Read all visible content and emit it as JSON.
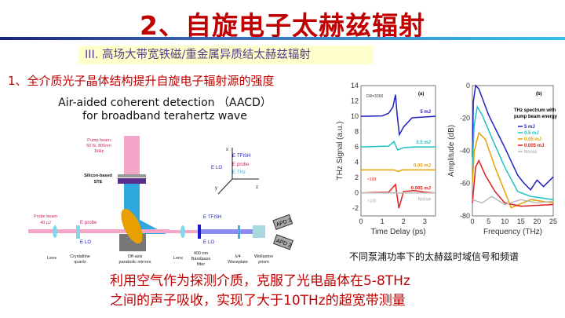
{
  "title": "2、自旋电子太赫兹辐射",
  "subtitle": "III. 高场大带宽铁磁/重金属异质结太赫兹辐射",
  "point": "1、全介质光子晶体结构提升自旋电子辐射源的强度",
  "aacd": {
    "line1": "Air-aided coherent detection （AACD）",
    "line2": "for broadband terahertz wave"
  },
  "diagram": {
    "pump_label": [
      "Pump beam",
      "50 fs, 800nm",
      "1kHz"
    ],
    "ste_label": [
      "Silicon-based",
      "STE"
    ],
    "probe_label": [
      "Probe beam",
      "40 μJ"
    ],
    "e_probe": "E",
    "e_labels": {
      "probe": "probe",
      "lo": "LO",
      "thz": "THz",
      "tfish": "TFISH"
    },
    "axes": {
      "x": "x",
      "y": "y",
      "z": "z"
    },
    "apd1": "APD 1",
    "apd2": "APD 2",
    "components": [
      "Lens",
      "Crystalline",
      "quartz",
      "Off-axis",
      "parabolic mirrors",
      "Lens",
      "400 nm",
      "Bandpass",
      "filter",
      "λ/4",
      "Waveplate",
      "Wollaston",
      "prism"
    ]
  },
  "caption": "不同泵浦功率下的太赫兹时域信号和频谱",
  "bottom": {
    "line1": "利用空气作为探测介质，克服了光电晶体在5-8THz",
    "line2": "之间的声子吸收，实现了大于10THz的超宽带测量"
  },
  "chart_data": [
    {
      "type": "line",
      "panel": "(a)",
      "xlabel": "Time Delay (ps)",
      "ylabel": "THz Signal (a.u.)",
      "xlim": [
        0,
        3.5
      ],
      "ylim": [
        -3,
        14
      ],
      "xticks": [
        "0",
        "1",
        "2",
        "3"
      ],
      "yticks": [
        "14",
        "12",
        "10",
        "8",
        "6",
        "4",
        "2",
        "0",
        "-2"
      ],
      "annotations": [
        "DR=3300",
        "×100",
        "×100"
      ],
      "series": [
        {
          "name": "5 mJ",
          "color": "#2020c0",
          "points": [
            [
              0,
              10
            ],
            [
              1,
              10.05
            ],
            [
              1.3,
              10.4
            ],
            [
              1.5,
              11.2
            ],
            [
              1.62,
              12.8
            ],
            [
              1.7,
              10.2
            ],
            [
              1.8,
              7.6
            ],
            [
              2.0,
              8.6
            ],
            [
              2.4,
              9.8
            ],
            [
              3.5,
              10
            ]
          ]
        },
        {
          "name": "0.5 mJ",
          "color": "#20c0c0",
          "points": [
            [
              0,
              6
            ],
            [
              1.3,
              6.1
            ],
            [
              1.55,
              6.7
            ],
            [
              1.72,
              5.6
            ],
            [
              2.0,
              5.9
            ],
            [
              2.5,
              6
            ],
            [
              3.5,
              6
            ]
          ]
        },
        {
          "name": "0.05 mJ",
          "color": "#e8a000",
          "points": [
            [
              0,
              3
            ],
            [
              1.55,
              3
            ],
            [
              1.75,
              2.8
            ],
            [
              1.95,
              3
            ],
            [
              3.5,
              3
            ]
          ]
        },
        {
          "name": "0.005 mJ",
          "color": "#e02020",
          "points": [
            [
              0,
              0
            ],
            [
              0.5,
              0.05
            ],
            [
              1.3,
              0.1
            ],
            [
              1.62,
              1.1
            ],
            [
              1.78,
              -2
            ],
            [
              2.0,
              0.2
            ],
            [
              2.5,
              0.3
            ],
            [
              3,
              0.1
            ],
            [
              3.5,
              0
            ]
          ]
        },
        {
          "name": "Noise",
          "color": "#bbbbbb",
          "points": [
            [
              0,
              0
            ],
            [
              3.5,
              0
            ]
          ]
        }
      ]
    },
    {
      "type": "line",
      "panel": "(b)",
      "xlabel": "Frequency (THz)",
      "ylabel": "Amplitude (dB)",
      "xlim": [
        0,
        25
      ],
      "ylim": [
        -80,
        0
      ],
      "xticks": [
        "0",
        "5",
        "10",
        "15",
        "20",
        "25"
      ],
      "yticks": [
        "0",
        "-20",
        "-40",
        "-60",
        "-80"
      ],
      "legend_title": [
        "THz spectrum with",
        "pump beam energy"
      ],
      "legend": "right",
      "series": [
        {
          "name": "5 mJ",
          "color": "#2020c0",
          "points": [
            [
              0,
              -44
            ],
            [
              0.3,
              -10
            ],
            [
              1,
              0
            ],
            [
              2,
              -2
            ],
            [
              5,
              -18
            ],
            [
              10,
              -38
            ],
            [
              14,
              -55
            ],
            [
              16,
              -60
            ],
            [
              18,
              -64
            ],
            [
              20,
              -58
            ],
            [
              22,
              -62
            ],
            [
              25,
              -56
            ]
          ]
        },
        {
          "name": "0.5 mJ",
          "color": "#20c0c0",
          "points": [
            [
              0,
              -50
            ],
            [
              0.5,
              -25
            ],
            [
              1.5,
              -13
            ],
            [
              3,
              -18
            ],
            [
              6,
              -32
            ],
            [
              10,
              -50
            ],
            [
              14,
              -65
            ],
            [
              18,
              -68
            ],
            [
              25,
              -70
            ]
          ]
        },
        {
          "name": "0.05 mJ",
          "color": "#e8a000",
          "points": [
            [
              0,
              -60
            ],
            [
              0.6,
              -40
            ],
            [
              2,
              -29
            ],
            [
              4,
              -33
            ],
            [
              7,
              -50
            ],
            [
              10,
              -65
            ],
            [
              12,
              -75
            ],
            [
              18,
              -70
            ],
            [
              25,
              -72
            ]
          ]
        },
        {
          "name": "0.005 mJ",
          "color": "#e02020",
          "points": [
            [
              0,
              -72
            ],
            [
              1,
              -50
            ],
            [
              2,
              -46
            ],
            [
              4,
              -55
            ],
            [
              7,
              -65
            ],
            [
              10,
              -72
            ],
            [
              15,
              -74
            ],
            [
              25,
              -73
            ]
          ]
        },
        {
          "name": "Noise",
          "color": "#bbbbbb",
          "points": [
            [
              0,
              -70
            ],
            [
              3,
              -72
            ],
            [
              6,
              -68
            ],
            [
              10,
              -73
            ],
            [
              15,
              -70
            ],
            [
              20,
              -72
            ],
            [
              25,
              -71
            ]
          ]
        }
      ]
    }
  ]
}
